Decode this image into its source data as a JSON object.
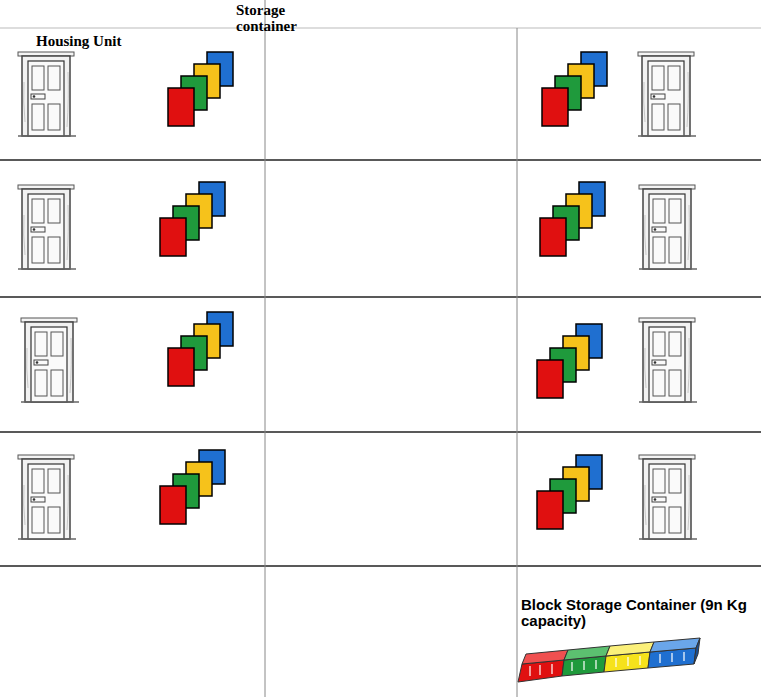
{
  "diagram": {
    "labels": [
      "Housing Unit",
      "Storage container",
      "Block Storage Container (9n Kg capacity)"
    ]
  }
}
